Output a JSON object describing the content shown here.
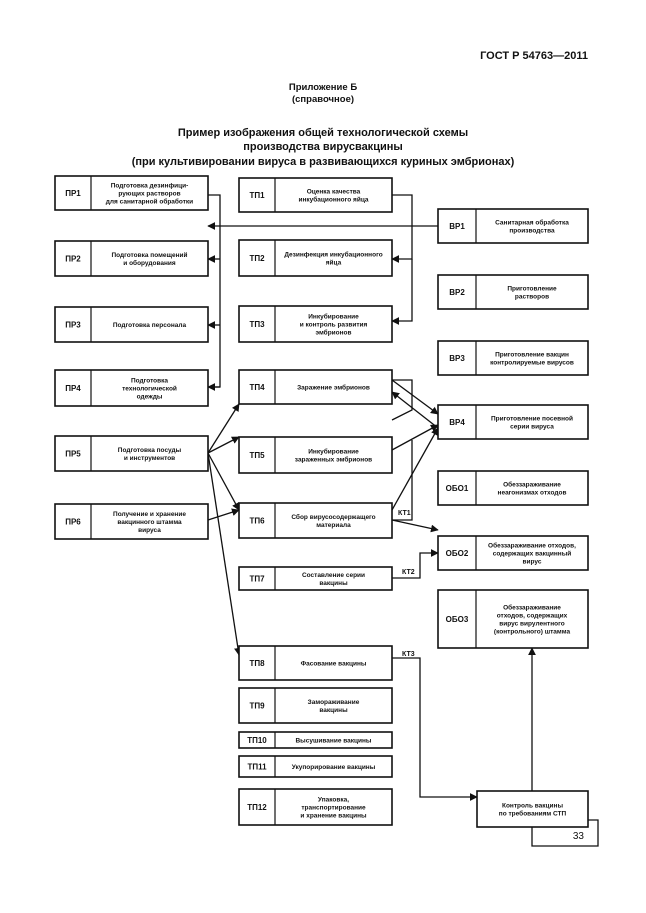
{
  "header": {
    "doc_code": "ГОСТ Р 54763—2011",
    "annex": [
      "Приложение Б",
      "(справочное)"
    ],
    "title": [
      "Пример изображения  общей технологической схемы",
      "производства вирусвакцины",
      "(при культивировании вируса в развивающихся куриных эмбрионах)"
    ]
  },
  "page_number": "33",
  "nodes": [
    {
      "id": "ПР1",
      "code": "ПР1",
      "label": [
        "Подготовка дезинфици-",
        "рующих растворов",
        "для санитарной обработки"
      ]
    },
    {
      "id": "ПР2",
      "code": "ПР2",
      "label": [
        "Подготовка помещений",
        "и оборудования"
      ]
    },
    {
      "id": "ПР3",
      "code": "ПР3",
      "label": [
        "Подготовка персонала"
      ]
    },
    {
      "id": "ПР4",
      "code": "ПР4",
      "label": [
        "Подготовка",
        "технологической",
        "одежды"
      ]
    },
    {
      "id": "ПР5",
      "code": "ПР5",
      "label": [
        "Подготовка посуды",
        "и инструментов"
      ]
    },
    {
      "id": "ПР6",
      "code": "ПР6",
      "label": [
        "Получение и хранение",
        "вакцинного штамма",
        "вируса"
      ]
    },
    {
      "id": "ТП1",
      "code": "ТП1",
      "label": [
        "Оценка качества",
        "инкубационного яйца"
      ]
    },
    {
      "id": "ТП2",
      "code": "ТП2",
      "label": [
        "Дезинфекция инкубационного",
        "яйца"
      ]
    },
    {
      "id": "ТП3",
      "code": "ТП3",
      "label": [
        "Инкубирование",
        "и контроль развития",
        "эмбрионов"
      ]
    },
    {
      "id": "ТП4",
      "code": "ТП4",
      "label": [
        "Заражение эмбрионов"
      ]
    },
    {
      "id": "ТП5",
      "code": "ТП5",
      "label": [
        "Инкубирование",
        "зараженных эмбрионов"
      ]
    },
    {
      "id": "ТП6",
      "code": "ТП6",
      "label": [
        "Сбор вирусосодержащего",
        "материала"
      ]
    },
    {
      "id": "ТП7",
      "code": "ТП7",
      "label": [
        "Составление серии",
        "вакцины"
      ]
    },
    {
      "id": "ТП8",
      "code": "ТП8",
      "label": [
        "Фасование вакцины"
      ]
    },
    {
      "id": "ТП9",
      "code": "ТП9",
      "label": [
        "Замораживание",
        "вакцины"
      ]
    },
    {
      "id": "ТП10",
      "code": "ТП10",
      "label": [
        "Высушивание вакцины"
      ]
    },
    {
      "id": "ТП11",
      "code": "ТП11",
      "label": [
        "Укупорирование вакцины"
      ]
    },
    {
      "id": "ТП12",
      "code": "ТП12",
      "label": [
        "Упаковка,",
        "транспортирование",
        "и хранение вакцины"
      ]
    },
    {
      "id": "ВР1",
      "code": "ВР1",
      "label": [
        "Санитарная обработка",
        "производства"
      ]
    },
    {
      "id": "ВР2",
      "code": "ВР2",
      "label": [
        "Приготовление",
        "растворов"
      ]
    },
    {
      "id": "ВР3",
      "code": "ВР3",
      "label": [
        "Приготовление вакцин",
        "контролируемые вирусов"
      ]
    },
    {
      "id": "ВР4",
      "code": "ВР4",
      "label": [
        "Приготовление посевной",
        "серии вируса"
      ]
    },
    {
      "id": "ОБО1",
      "code": "ОБО1",
      "label": [
        "Обеззараживание",
        "неагонизмах отходов"
      ]
    },
    {
      "id": "ОБО2",
      "code": "ОБО2",
      "label": [
        "Обеззараживание отходов,",
        "содержащих вакцинный",
        "вирус"
      ]
    },
    {
      "id": "ОБО3",
      "code": "ОБО3",
      "label": [
        "Обеззараживание",
        "отходов, содержащих",
        "вирус вирулентного",
        "(контрольного) штамма"
      ]
    },
    {
      "id": "КОНТР",
      "code": "",
      "label": [
        "Контроль вакцины",
        "по требованиям СТП"
      ]
    }
  ],
  "control_points": [
    "КТ1",
    "КТ2",
    "КТ3"
  ]
}
